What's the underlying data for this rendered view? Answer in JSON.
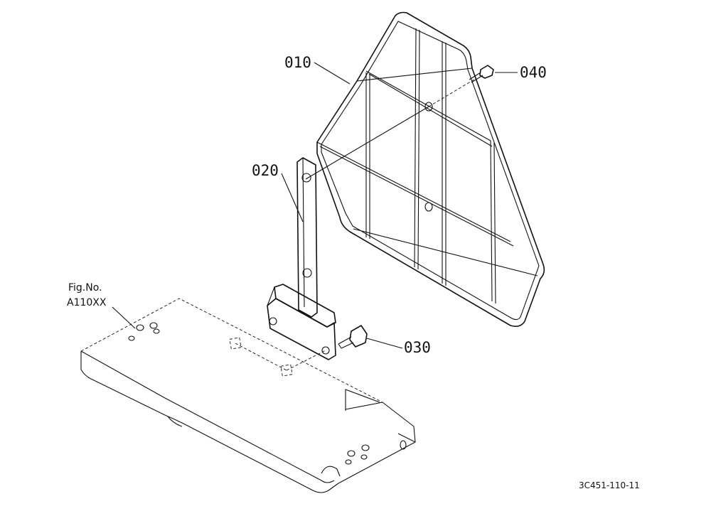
{
  "parts": [
    {
      "id": "part-010",
      "number": "010"
    },
    {
      "id": "part-020",
      "number": "020"
    },
    {
      "id": "part-030",
      "number": "030"
    },
    {
      "id": "part-040",
      "number": "040"
    }
  ],
  "reference": {
    "fig_label": "Fig.No.",
    "fig_number": "A110XX"
  },
  "drawing_code": "3C451-110-11"
}
